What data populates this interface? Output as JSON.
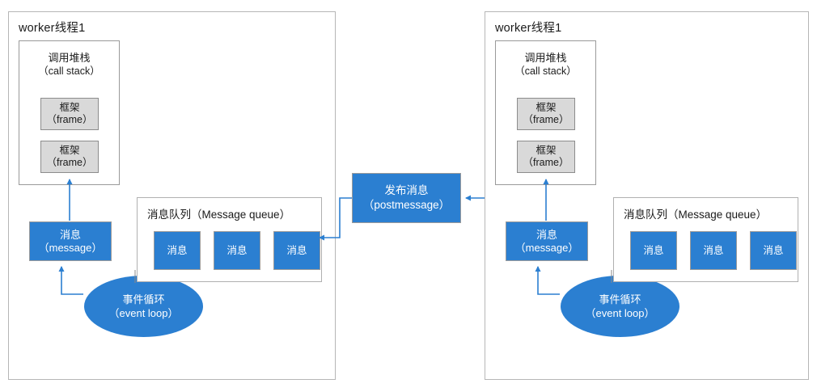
{
  "diagram": {
    "title_cn": "worker线程1",
    "accent_blue": "#2b7fd1",
    "frame_gray": "#d9d9d9",
    "border_gray": "#b6b6b6"
  },
  "panels": [
    {
      "id": "left-worker",
      "title": "worker线程1",
      "call_stack": {
        "label_cn": "调用堆栈",
        "label_en": "（call stack）",
        "frames": [
          {
            "cn": "框架",
            "en": "（frame）"
          },
          {
            "cn": "框架",
            "en": "（frame）"
          }
        ]
      },
      "message": {
        "cn": "消息",
        "en": "（message）"
      },
      "event_loop": {
        "cn": "事件循环",
        "en": "（event loop）"
      },
      "message_queue": {
        "title": "消息队列（Message queue）",
        "items": [
          "消息",
          "消息",
          "消息"
        ]
      }
    },
    {
      "id": "right-worker",
      "title": "worker线程1",
      "call_stack": {
        "label_cn": "调用堆栈",
        "label_en": "（call stack）",
        "frames": [
          {
            "cn": "框架",
            "en": "（frame）"
          },
          {
            "cn": "框架",
            "en": "（frame）"
          }
        ]
      },
      "message": {
        "cn": "消息",
        "en": "（message）"
      },
      "event_loop": {
        "cn": "事件循环",
        "en": "（event loop）"
      },
      "message_queue": {
        "title": "消息队列（Message queue）",
        "items": [
          "消息",
          "消息",
          "消息"
        ]
      }
    }
  ],
  "bridge": {
    "cn": "发布消息",
    "en": "（postmessage）"
  }
}
